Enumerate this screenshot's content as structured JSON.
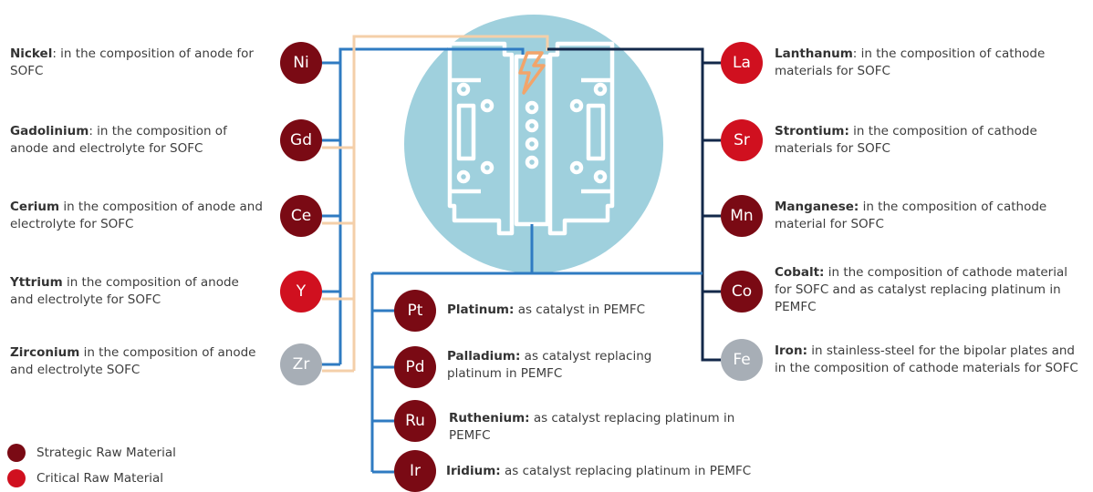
{
  "colors": {
    "strategic": "#7a0a14",
    "critical": "#d0101f",
    "neutral": "#a7aeb6",
    "blue_line": "#2f7bc2",
    "navy_line": "#13284a",
    "tan_line": "#f4cfa9",
    "center_bg": "#9fd0dd",
    "bolt": "#f2a46a"
  },
  "center_icon": "fuel-cell-stack-icon",
  "elements_left": [
    {
      "symbol": "Ni",
      "type": "strategic",
      "name": "Nickel",
      "sep": ":",
      "text": " in the composition of anode for SOFC"
    },
    {
      "symbol": "Gd",
      "type": "strategic",
      "name": "Gadolinium",
      "sep": ":",
      "text": " in the composition of anode and electrolyte for SOFC"
    },
    {
      "symbol": "Ce",
      "type": "strategic",
      "name": "Cerium",
      "sep": "",
      "text": " in the composition of anode and electrolyte for SOFC"
    },
    {
      "symbol": "Y",
      "type": "critical",
      "name": "Yttrium",
      "sep": "",
      "text": " in the composition of anode and electrolyte for SOFC"
    },
    {
      "symbol": "Zr",
      "type": "neutral",
      "name": "Zirconium",
      "sep": "",
      "text": " in the composition of  anode and electrolyte SOFC"
    }
  ],
  "elements_right": [
    {
      "symbol": "La",
      "type": "critical",
      "name": "Lanthanum",
      "sep": ":",
      "text": " in the composition of cathode materials for SOFC"
    },
    {
      "symbol": "Sr",
      "type": "critical",
      "name": "Strontium:",
      "sep": "",
      "text": " in the composition of cathode materials for SOFC"
    },
    {
      "symbol": "Mn",
      "type": "strategic",
      "name": "Manganese:",
      "sep": "",
      "text": " in the composition of cathode material for SOFC"
    },
    {
      "symbol": "Co",
      "type": "strategic",
      "name": "Cobalt:",
      "sep": "",
      "text": " in the composition of  cathode material for SOFC and as catalyst replacing platinum in PEMFC"
    },
    {
      "symbol": "Fe",
      "type": "neutral",
      "name": "Iron:",
      "sep": "",
      "text": " in stainless-steel for the bipolar plates and in the composition of cathode materials for SOFC"
    }
  ],
  "elements_bottom": [
    {
      "symbol": "Pt",
      "type": "strategic",
      "name": "Platinum:",
      "sep": "",
      "text": " as catalyst in PEMFC"
    },
    {
      "symbol": "Pd",
      "type": "strategic",
      "name": "Palladium:",
      "sep": "",
      "text": " as catalyst replacing platinum in PEMFC"
    },
    {
      "symbol": "Ru",
      "type": "strategic",
      "name": "Ruthenium:",
      "sep": "",
      "text": " as catalyst replacing platinum in PEMFC"
    },
    {
      "symbol": "Ir",
      "type": "strategic",
      "name": "Iridium:",
      "sep": "",
      "text": " as catalyst replacing platinum in PEMFC"
    }
  ],
  "legend": [
    {
      "label": "Strategic Raw Material",
      "type": "strategic"
    },
    {
      "label": "Critical Raw Material",
      "type": "critical"
    }
  ]
}
